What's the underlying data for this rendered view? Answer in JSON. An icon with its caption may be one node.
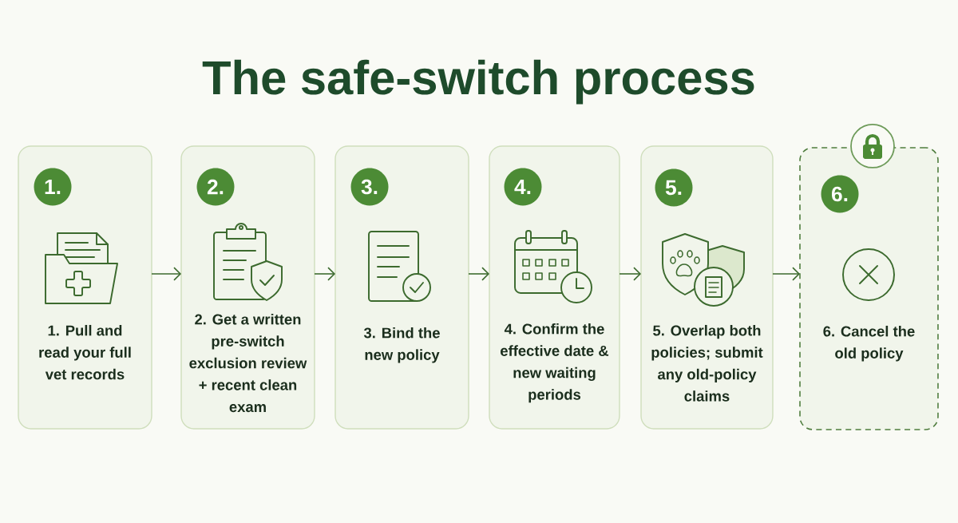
{
  "diagram": {
    "title": "The safe-switch process",
    "nodes": [
      {
        "text": [
          "1. Pull and read your full vet records"
        ]
      },
      {
        "text": [
          "1."
        ],
        "in": 0
      },
      {
        "text": [
          "2. Get a written pre-switch exclusion review + recent clean exam"
        ]
      },
      {
        "text": [
          "2."
        ],
        "in": 2
      },
      {
        "text": [
          "3. Bind the new policy"
        ]
      },
      {
        "text": [
          "3."
        ],
        "in": 4
      },
      {
        "text": [
          "4. Confirm the effective date & new waiting periods"
        ]
      },
      {
        "text": [
          "4."
        ],
        "in": 6
      },
      {
        "text": [
          "5. Overlap both policies; submit any old-policy claims"
        ]
      },
      {
        "text": [
          "5."
        ],
        "in": 8
      },
      {
        "text": [
          "6. Cancel the old policy"
        ]
      },
      {
        "text": [
          "6."
        ],
        "in": 10
      }
    ],
    "edges": [
      {
        "from": 0,
        "to": 2,
        "arrow": "to"
      },
      {
        "from": 2,
        "to": 4,
        "arrow": "to"
      },
      {
        "from": 4,
        "to": 6,
        "arrow": "to"
      },
      {
        "from": 6,
        "to": 8,
        "arrow": "to"
      },
      {
        "from": 8,
        "to": 10,
        "arrow": "to"
      }
    ]
  }
}
